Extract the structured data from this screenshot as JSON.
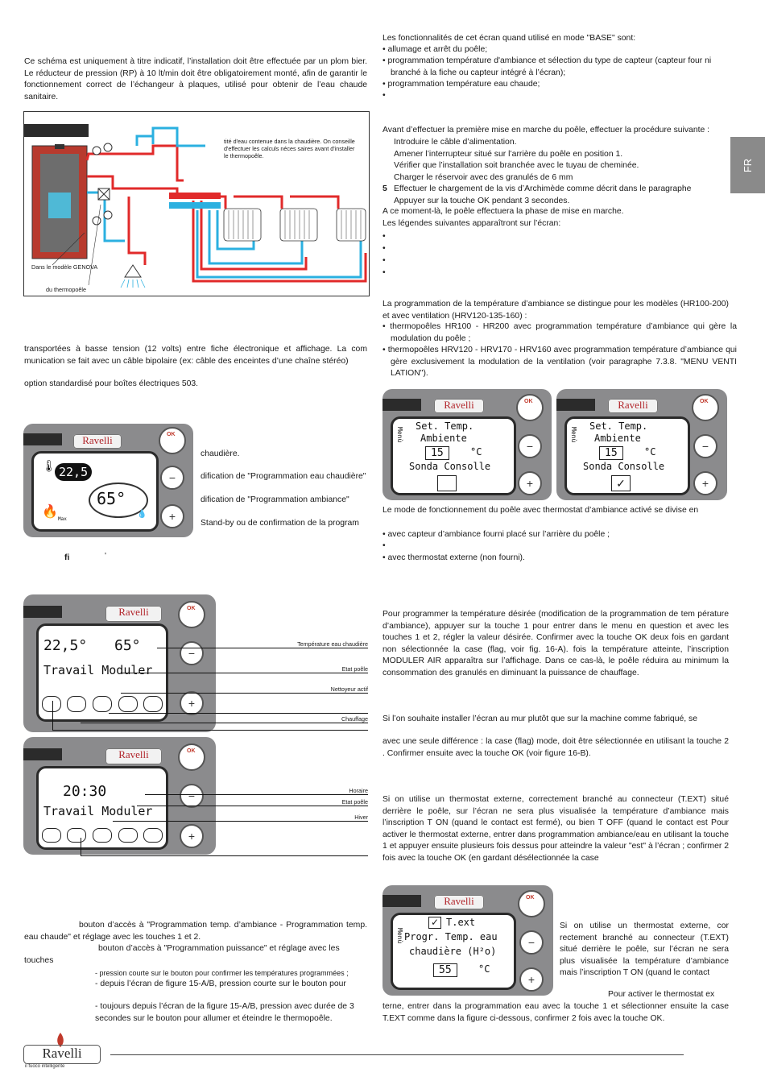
{
  "sidebar_tab": "FR",
  "left": {
    "intro": "Ce schéma est uniquement à titre indicatif, l’installation doit être effectuée par un plom bier. Le réducteur de pression (RP) à 10 lt/min doit être obligatoirement monté, afin de garantir le fonctionnement correct de l’échangeur à plaques, utilisé pour obtenir de l’eau chaude sanitaire.",
    "diagram": {
      "note": "tité d'eau contenue dans la chaudière. On conseille d'effectuer les calculs néces saires avant d'installer le thermopoêle.",
      "genova": "Dans le modèle GENOVA",
      "thermopoele": "du thermopoêle"
    },
    "para_low_voltage": "transportées à basse tension (12 volts) entre fiche électronique et affichage. La com munication se fait avec un câble bipolaire (ex: câble des enceintes d’une chaîne stéréo)",
    "para_option": "option standardisé pour boîtes électriques 503.",
    "fig1": {
      "brand": "Ravelli",
      "ok": "OK",
      "temp": "22,5",
      "water": "65°",
      "max": "Max",
      "desc": [
        "chaudière.",
        "dification de \"Programmation eau chaudière\"",
        "dification de \"Programmation ambiance\"",
        "Stand-by ou de confirmation de la program"
      ],
      "fi": "fi",
      "tick": "'"
    },
    "fig2": {
      "brand": "Ravelli",
      "ok": "OK",
      "room": "22,5°",
      "boiler": "65°",
      "state": "Travail Moduler",
      "labels": [
        "Température eau chaudière",
        "Etat poêle",
        "Nettoyeur actif",
        "Chauffage"
      ]
    },
    "fig3": {
      "brand": "Ravelli",
      "ok": "OK",
      "clock": "20:30",
      "state": "Travail Moduler",
      "labels": [
        "Horaire",
        "Etat poêle",
        "Hiver"
      ]
    },
    "buttons_text": [
      "bouton d’accès à \"Programmation temp. d’ambiance - Programmation temp. eau chaude\" et réglage avec les touches 1 et 2.",
      "bouton d’accès à \"Programmation puissance\" et réglage avec les touches"
    ],
    "press_text": [
      "- pression courte sur le bouton pour confirmer les températures programmées ;",
      "- depuis l’écran de figure 15-A/B, pression courte sur le bouton pour",
      "- toujours depuis l’écran de la figure 15-A/B, pression avec durée de 3 secondes sur le bouton pour allumer et éteindre le thermopoêle."
    ],
    "footer_brand": "Ravelli",
    "footer_tagline": "il fuoco intelligente"
  },
  "right": {
    "base_intro": "Les fonctionnalités de cet écran quand utilisé en mode \"BASE\" sont:",
    "base_items": [
      "allumage et arrêt du poêle;",
      "programmation température d'ambiance et sélection du type de capteur (capteur four ni branché à la fiche ou capteur intégré à l’écran);",
      "programmation température eau chaude;",
      ""
    ],
    "first_start": "Avant d’effectuer la première mise en marche du poêle, effectuer la procédure suivante :",
    "steps": [
      {
        "n": "",
        "t": "Introduire le câble d’alimentation."
      },
      {
        "n": "",
        "t": "Amener l’interrupteur situé sur l’arrière du poêle en position 1."
      },
      {
        "n": "",
        "t": "Vérifier que l’installation soit branchée avec le tuyau de cheminée."
      },
      {
        "n": "",
        "t": "Charger le réservoir avec des granulés de 6 mm"
      },
      {
        "n": "5",
        "t": "Effectuer le chargement de la vis d’Archimède comme décrit dans le paragraphe"
      },
      {
        "n": "",
        "t": "Appuyer sur la touche OK pendant 3 secondes."
      }
    ],
    "phase": "A ce moment-là, le poêle effectuera la phase de mise en marche.",
    "legends": "Les légendes suivantes apparaîtront sur l’écran:",
    "prog_intro": "La programmation de la température d’ambiance se distingue pour les modèles (HR100-200) et avec ventilation (HRV120-135-160) :",
    "prog_items": [
      "thermopoêles HR100 - HR200 avec programmation température d’ambiance qui gère la modulation du poêle ;",
      "thermopoêles HRV120 - HRV170 - HRV160 avec programmation température d’ambiance qui gère exclusivement la modulation de la ventilation (voir paragraphe 7.3.8. \"MENU VENTI LATION\")."
    ],
    "fig4": {
      "brand": "Ravelli",
      "ok": "OK",
      "line1": "Set. Temp.",
      "line2": "Ambiente",
      "value": "15",
      "unit": "°C",
      "sensor": "Sonda Consolle",
      "menu": "Menù"
    },
    "thermo_mode": "Le mode de fonctionnement du poêle avec thermostat d’ambiance activé se divise en",
    "thermo_items": [
      "avec capteur d’ambiance fourni placé sur l’arrière du poêle ;",
      "",
      "avec thermostat externe (non fourni)."
    ],
    "prog_temp": "Pour programmer la température désirée (modification de la programmation de tem pérature d’ambiance), appuyer sur la touche 1 pour entrer dans le menu en question et avec les touches 1 et 2, régler la valeur désirée. Confirmer avec la touche OK deux fois en gardant non sélectionnée la case (flag, voir fig. 16-A). fois la température atteinte, l’inscription MODULER AIR apparaîtra sur l’affichage. Dans ce cas-là, le poêle réduira au minimum la consommation des granulés en diminuant la puissance de chauffage.",
    "wall": "Si l’on souhaite installer l’écran au mur plutôt que sur la machine comme fabriqué, se",
    "wall2": "avec une seule différence : la case (flag) mode, doit être sélectionnée en utilisant la touche 2 . Confirmer ensuite avec la touche OK (voir figure 16-B).",
    "ext": "Si on utilise un thermostat externe, correctement branché au connecteur (T.EXT) situé derrière le poêle, sur l’écran ne sera plus visualisée la température d’ambiance mais l’inscription T ON (quand le contact est fermé), ou bien T OFF (quand le contact est Pour activer le thermostat externe, entrer dans programmation ambiance/eau en utilisant la touche 1 et appuyer ensuite plusieurs fois dessus pour atteindre la valeur \"est\" à l’écran ; confirmer 2 fois avec la touche OK (en gardant désélectionnée la case",
    "fig5": {
      "brand": "Ravelli",
      "ok": "OK",
      "flag": "T.ext",
      "line1": "Progr. Temp. eau",
      "line2": "chaudière (H²o)",
      "value": "55",
      "unit": "°C",
      "menu": "Menù"
    },
    "ext_side": "Si on utilise un thermostat externe, cor rectement branché au connecteur (T.EXT) situé derrière le poêle, sur l’écran ne sera plus visualisée la température d’ambiance mais l’inscription T ON (quand le contact",
    "ext_side2": "Pour activer le thermostat ex",
    "ext_bottom": "terne, entrer dans la programmation eau avec la touche 1 et sélectionner ensuite la case T.EXT comme dans la figure ci-dessous, confirmer 2 fois avec la touche OK."
  }
}
